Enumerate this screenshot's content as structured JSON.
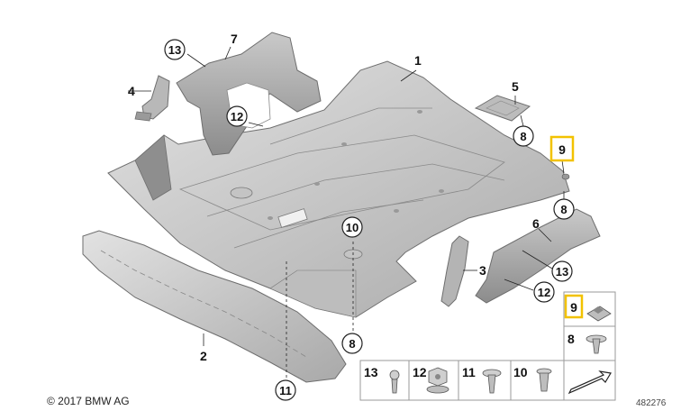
{
  "parts": {
    "p1": "1",
    "p2": "2",
    "p3": "3",
    "p4": "4",
    "p5": "5",
    "p6": "6",
    "p7": "7"
  },
  "circled": {
    "c13a": "13",
    "c12a": "12",
    "c8a": "8",
    "c8b": "8",
    "c10": "10",
    "c8c": "8",
    "c11": "11",
    "c13b": "13",
    "c12b": "12"
  },
  "highlighted": {
    "h9a": "9",
    "h9b": "9"
  },
  "legend": {
    "l8": "8",
    "l13": "13",
    "l12": "12",
    "l11": "11",
    "l10": "10"
  },
  "colors": {
    "highlight": "#f2c200",
    "part_fill": "#d4d4d4",
    "part_stroke": "#6e6e6e"
  },
  "footer": {
    "copyright": "© 2017 BMW AG",
    "diagram_number": "482276"
  }
}
